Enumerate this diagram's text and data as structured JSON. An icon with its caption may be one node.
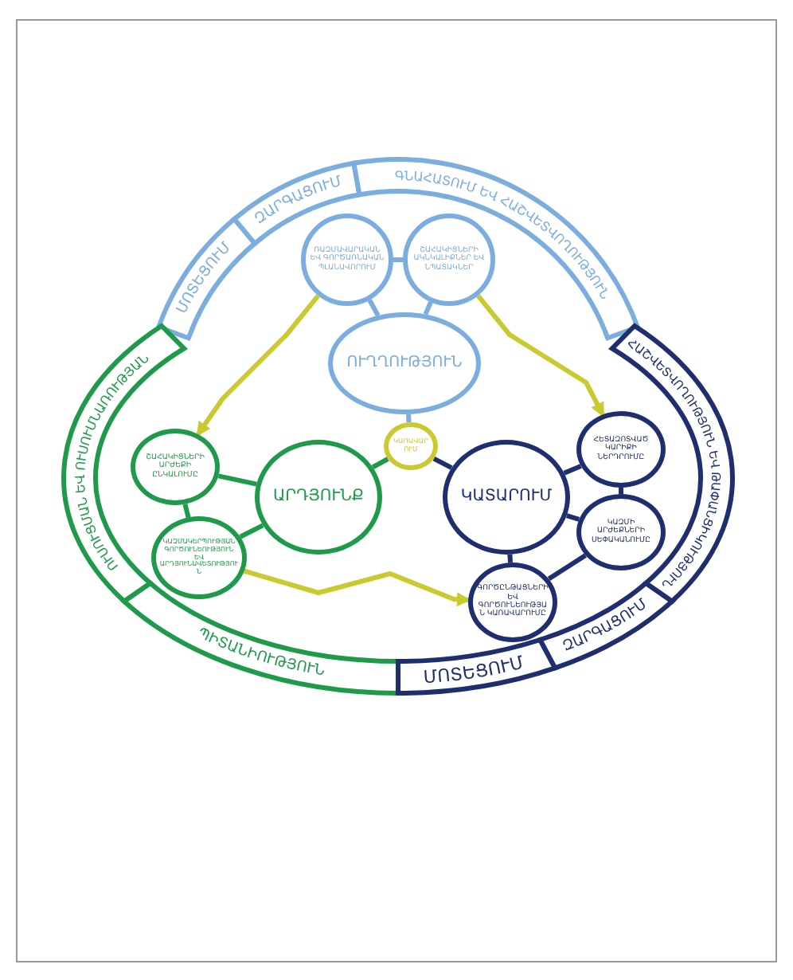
{
  "diagram": {
    "nodes": [
      {
        "text": [
          "ՄՈՏԵՑՈՒՄ"
        ]
      },
      {
        "text": [
          "ԶԱՐԳԱՑՈՒՄ"
        ]
      },
      {
        "text": [
          "ԳՆԱՀԱՏՈՒՄ ԵՎ ՀԱՇՎԵՏՎՈՂՈՒԹՅՈՒՆ"
        ]
      },
      {
        "text": [
          "ՈՒՍՈՒՑՄԱՆ ԵՎ ՈՒՍՈՒՄՆԱՌՈՒԹՅԱՆ"
        ]
      },
      {
        "text": [
          "ՀԱՇՎԵՏՎՈՂՈՒԹՅՈՒՆ ԵՎ ԹԱՓԱՆՑԻԿՈՒԹՅՈՒՆ"
        ]
      },
      {
        "text": [
          "ՊԻՏԱՆԻՈՒԹՅՈՒՆ"
        ]
      },
      {
        "text": [
          "ՄՈՏԵՑՈՒՄ"
        ]
      },
      {
        "text": [
          "ԶԱՐԳԱՑՈՒՄ"
        ]
      },
      {
        "text": [
          "ՌԱԶՄԱՎԱՐԱԿԱՆ ԵՎ ԳՈՐԾԱՌՆԱԿԱՆ ՊԼԱՆԱՎՈՐՈՒՄ"
        ]
      },
      {
        "text": [
          "ՇԱՀԱԿԻՑՆԵՐԻ ԱԿՆԿԱԼԻՔՆԵՐ ԵՎ ՆՊԱՏԱԿՆԵՐ"
        ]
      },
      {
        "text": [
          "ՈՒՂՂՈՒԹՅՈՒՆ"
        ]
      },
      {
        "text": [
          "ԿԱՌԱՎԱՐՈՒՄ"
        ]
      },
      {
        "text": [
          "ՀԵՏԱԶՈՏՎԱԾ ԿԱՐԻՔԻ ՆԵՐԴՐՈՒՄԸ"
        ]
      },
      {
        "text": [
          "ՇԱՀԱԿԻՑՆԵՐԻ ԱՐԺԵՔԻ ԸՆԿԱԼՈՒՄԸ"
        ]
      },
      {
        "text": [
          "ԱՐԴՅՈՒՆՔ"
        ]
      },
      {
        "text": [
          "ԿԱՏԱՐՈՒՄ"
        ]
      },
      {
        "text": [
          "ԿԱԶՄԻ ԱՐԺԵՔՆԵՐԻ ՍԵՓԱԿԱՆՈՒՄԸ"
        ]
      },
      {
        "text": [
          "ԿԱԶՄԱԿԵՐՊՈՒԹՅԱՆ ԳՈՐԾՈՒՆԵՈՒԹՅՈՒՆ ԵՎ ԱՐԴՅՈՒՆԱՎԵՏՈՒԹՅՈՒՆ"
        ]
      },
      {
        "text": [
          "ԳՈՐԾԸՆԹԱՑՆԵՐԻ ԵՎ ԳՈՐԾՈՒՆԵՈՒԹՅԱՆ ԿԱՌԱՎԱՐՈՒՄԸ"
        ]
      }
    ],
    "edges": [
      {
        "from": 8,
        "to": 13,
        "arrow": "to",
        "color": "#c9c930"
      },
      {
        "from": 9,
        "to": 12,
        "arrow": "to",
        "color": "#c9c930"
      },
      {
        "from": 17,
        "to": 18,
        "arrow": "to",
        "color": "#c9c930"
      },
      {
        "from": 8,
        "to": 9,
        "arrow": "none",
        "color": "#7badde"
      },
      {
        "from": 8,
        "to": 10,
        "arrow": "none",
        "color": "#7badde"
      },
      {
        "from": 9,
        "to": 10,
        "arrow": "none",
        "color": "#7badde"
      },
      {
        "from": 10,
        "to": 11,
        "arrow": "none",
        "color": "#7badde"
      },
      {
        "from": 13,
        "to": 14,
        "arrow": "none",
        "color": "#1f9a4a"
      },
      {
        "from": 13,
        "to": 17,
        "arrow": "none",
        "color": "#1f9a4a"
      },
      {
        "from": 17,
        "to": 14,
        "arrow": "none",
        "color": "#1f9a4a"
      },
      {
        "from": 14,
        "to": 11,
        "arrow": "none",
        "color": "#1f9a4a"
      },
      {
        "from": 15,
        "to": 11,
        "arrow": "none",
        "color": "#1f2e6e"
      },
      {
        "from": 15,
        "to": 12,
        "arrow": "none",
        "color": "#1f2e6e"
      },
      {
        "from": 15,
        "to": 16,
        "arrow": "none",
        "color": "#1f2e6e"
      },
      {
        "from": 15,
        "to": 18,
        "arrow": "none",
        "color": "#1f2e6e"
      },
      {
        "from": 12,
        "to": 16,
        "arrow": "none",
        "color": "#1f2e6e"
      },
      {
        "from": 16,
        "to": 18,
        "arrow": "none",
        "color": "#1f2e6e"
      }
    ]
  }
}
